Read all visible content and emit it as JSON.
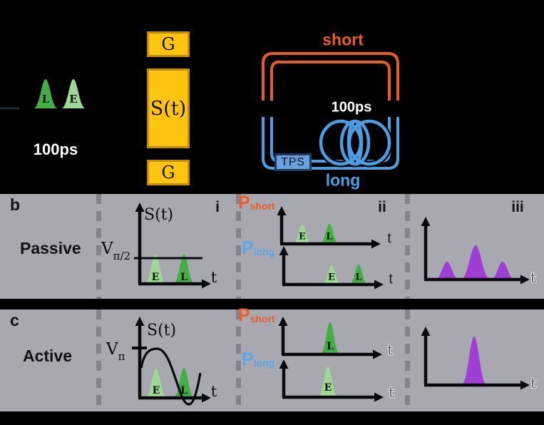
{
  "colors": {
    "background": "#000000",
    "panel_gray": "#a8a8b0",
    "gold": "#ffc40e",
    "orange": "#ea5b1e",
    "blue": "#4a9fe3",
    "dark_green": "#45ad45",
    "light_green": "#9fd795",
    "purple": "#9f3ed2"
  },
  "figure": {
    "top": {
      "input_pulse_late": "L",
      "input_pulse_early": "E",
      "input_delay": "100ps",
      "gate_top": "G",
      "signal": "S(t)",
      "gate_bottom": "G",
      "short_label": "short",
      "loop_delay": "100ps",
      "long_label": "long",
      "tps": "TPS"
    },
    "row_b": {
      "tag": "b",
      "mode": "Passive",
      "i_label": "i",
      "ii_label": "ii",
      "iii_label": "iii",
      "i": {
        "axis": "S(t)",
        "v": "V",
        "v_sub": "π/2",
        "e": "E",
        "l": "L",
        "t": "t"
      },
      "ii": {
        "p": "P",
        "short_sub": "short",
        "long_sub": "long",
        "top_e": "E",
        "top_l": "L",
        "top_t": "t",
        "bot_e": "E",
        "bot_l": "L",
        "bot_t": "t"
      },
      "iii": {
        "t": "t"
      }
    },
    "row_c": {
      "tag": "c",
      "mode": "Active",
      "i": {
        "axis": "S(t)",
        "v": "V",
        "v_sub": "π",
        "e": "E",
        "l": "L",
        "t": "t"
      },
      "ii": {
        "p": "P",
        "short_sub": "short",
        "long_sub": "long",
        "top_l": "L",
        "top_t": "t",
        "bot_e": "E",
        "bot_t": "t"
      },
      "iii": {
        "t": "t"
      }
    }
  }
}
